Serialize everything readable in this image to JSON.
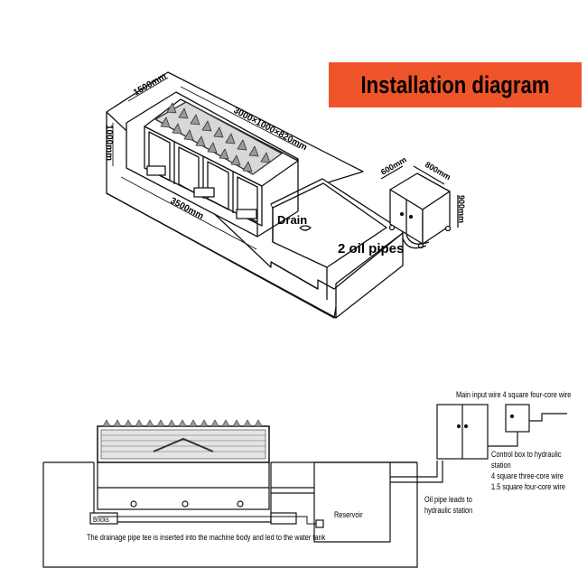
{
  "title": "Installation diagram",
  "colors": {
    "title_bg": "#f0542a",
    "line": "#111111",
    "fill_light": "#f6f6f6",
    "spike": "#9a9a9a"
  },
  "top_view": {
    "dim_width": "1500mm",
    "dim_height": "1000mm",
    "dim_length": "3500mm",
    "dim_machine": "3000×1000×820mm",
    "drain_label": "Drain",
    "oil_pipes_label": "2 oil pipes",
    "cabinet_dim_depth": "600mm",
    "cabinet_dim_width": "800mm",
    "cabinet_dim_height": "900mm"
  },
  "side_view": {
    "main_input_wire": "Main input wire 4 square four-core wire",
    "control_box_line1": "Control box to hydraulic",
    "control_box_line2": "station",
    "wire_spec_1": "4 square three-core wire",
    "wire_spec_2": "1.5 square four-core wire",
    "oil_pipe_line1": "Oil pipe leads to",
    "oil_pipe_line2": "hydraulic station",
    "reservoir": "Reservoir",
    "bricks": "Bricks",
    "drainage_note": "The drainage pipe tee is inserted into the machine body and led to the water tank"
  }
}
